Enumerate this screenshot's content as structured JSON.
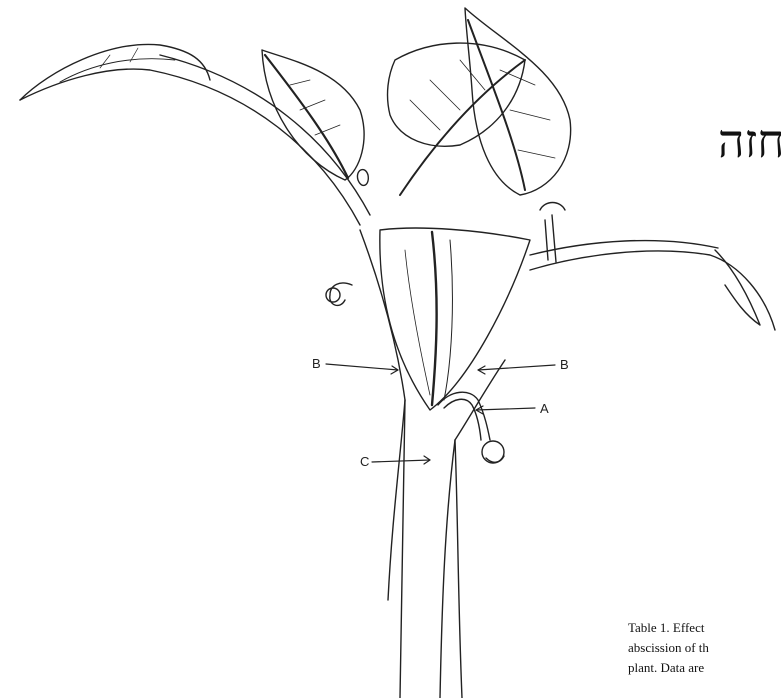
{
  "diagram": {
    "labels": {
      "b_left": "B",
      "b_right": "B",
      "a": "A",
      "c": "C"
    },
    "line_color": "#222222"
  },
  "header": {
    "fragment": "חזה"
  },
  "caption": {
    "line1": "Table 1. Effect",
    "line2": "abscission of th",
    "line3": "plant. Data are"
  }
}
